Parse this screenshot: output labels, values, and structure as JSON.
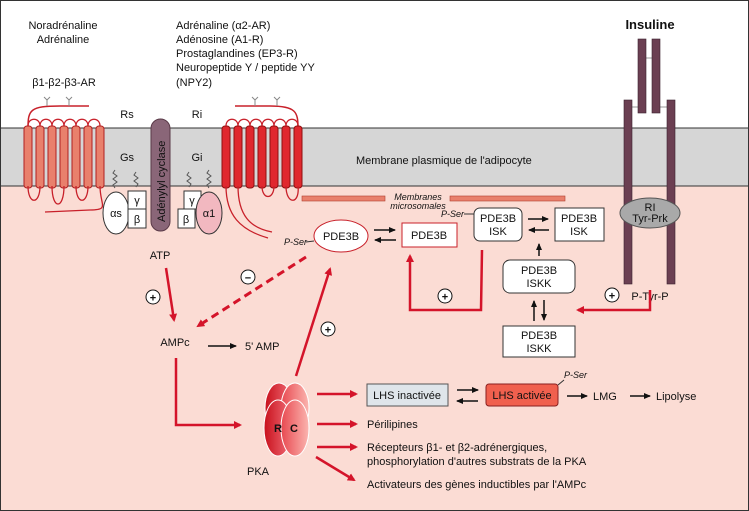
{
  "ligands_left": [
    "Noradrénaline",
    "Adrénaline"
  ],
  "receptor_left": "β1-β2-β3-AR",
  "ligands_right": [
    "Adrénaline (α2-AR)",
    "Adénosine (A1-R)",
    "Prostaglandines (EP3-R)",
    "Neuropeptide Y / peptide YY",
    "(NPY2)"
  ],
  "insulin": "Insuline",
  "rs": "Rs",
  "ri": "Ri",
  "gs": "Gs",
  "gi": "Gi",
  "alpha_s": "αs",
  "alpha_1": "α1",
  "gamma": "γ",
  "beta": "β",
  "adenylyl_cyclase": "Adénylyl cyclase",
  "membrane_label": "Membrane plasmique de l'adipocyte",
  "microsomal": [
    "Membranes",
    "microsomales"
  ],
  "ri_tyr": [
    "RI",
    "Tyr-Prk"
  ],
  "p_tyr": "P-Tyr-P",
  "p_ser": "P-Ser",
  "pde3b": "PDE3B",
  "isk": "ISK",
  "iskk": "ISKK",
  "atp": "ATP",
  "ampc": "AMPc",
  "amp5": "5' AMP",
  "plus": "+",
  "minus": "−",
  "pka": "PKA",
  "pka_r": "R",
  "pka_c": "C",
  "lhs_inactive": "LHS inactivée",
  "lhs_active": "LHS activée",
  "lmg": "LMG",
  "lipolyse": "Lipolyse",
  "targets": [
    "Périlipines",
    "Récepteurs β1- et β2-adrénergiques,",
    "phosphorylation d'autres substrats de la PKA",
    "Activateurs des gènes inductibles par l'AMPc"
  ],
  "colors": {
    "membrane": "#d6d6d6",
    "cytoplasm": "#fbdcd4",
    "receptor_s": "#e9806c",
    "receptor_i": "#e0282e",
    "arrow": "#d4142a",
    "insulin_receptor": "#6b3f52",
    "cyclase": "#8a6678",
    "lhs_active": "#f0604e",
    "lhs_inactive": "#dfe5ea"
  }
}
